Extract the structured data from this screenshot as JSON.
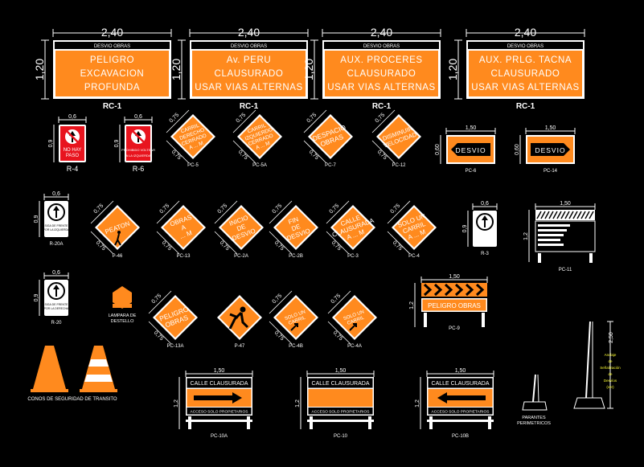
{
  "colors": {
    "orange": "#ff8a1e",
    "white": "#ffffff",
    "black": "#000000",
    "red": "#e8141e",
    "dim": "#ffff33",
    "bg": "#000000"
  },
  "top_signs": [
    {
      "header": "DESVIO OBRAS",
      "lines": [
        "PELIGRO",
        "EXCAVACION",
        "PROFUNDA"
      ],
      "code": "RC-1",
      "width_dim": "2,40",
      "height_dim": "1,20"
    },
    {
      "header": "DESVIO OBRAS",
      "lines": [
        "Av. PERU",
        "CLAUSURADO",
        "USAR VIAS ALTERNAS"
      ],
      "code": "RC-1",
      "width_dim": "2,40",
      "height_dim": "1,20"
    },
    {
      "header": "DESVIO OBRAS",
      "lines": [
        "AUX. PROCERES",
        "CLAUSURADO",
        "USAR VIAS ALTERNAS"
      ],
      "code": "RC-1",
      "width_dim": "2,40",
      "height_dim": "1,20"
    },
    {
      "header": "DESVIO OBRAS",
      "lines": [
        "AUX. PRLG. TACNA",
        "CLAUSURADO",
        "USAR VIAS ALTERNAS"
      ],
      "code": "RC-1",
      "width_dim": "2,40",
      "height_dim": "1,20"
    }
  ],
  "regulatory": [
    {
      "code": "R-4",
      "text": [
        "NO HAY",
        "PASO"
      ],
      "w": "0,6",
      "h": "0,9"
    },
    {
      "code": "R-6",
      "text": [
        "PROHIBIDO VOLTEAR",
        "A LA IZQUIERDA"
      ],
      "w": "0,6",
      "h": "0,9"
    }
  ],
  "row2_diamonds": [
    {
      "code": "PC-5",
      "lines": [
        "CARRIL",
        "DERECHO",
        "CERRADO",
        "A ... M"
      ],
      "dim": "0,75"
    },
    {
      "code": "PC-5A",
      "lines": [
        "CARRIL",
        "IZQUIERDO",
        "CERRADO",
        "A ... M"
      ],
      "dim": "0,75"
    },
    {
      "code": "PC-7",
      "lines": [
        "DESPACIO",
        "OBRAS"
      ],
      "dim": "0,75"
    },
    {
      "code": "PC-12",
      "lines": [
        "DISMINUIR",
        "VELOCIDAD"
      ],
      "dim": "0,75"
    }
  ],
  "desvio_panels": [
    {
      "code": "PC-6",
      "text": "DESVIO",
      "dir": "left",
      "w": "1,50",
      "h": "0,60"
    },
    {
      "code": "PC-14",
      "text": "DESVIO",
      "dir": "right",
      "w": "1,50",
      "h": "0,60"
    }
  ],
  "row3_diamonds": [
    {
      "code": "P-46",
      "lines": [
        "PEATON"
      ],
      "dim": "0,75"
    },
    {
      "code": "PC-13",
      "lines": [
        "OBRAS",
        "A",
        "... M"
      ],
      "dim": "0,75"
    },
    {
      "code": "PC-2A",
      "lines": [
        "INICIO",
        "DE",
        "DESVIO"
      ],
      "dim": "0,75"
    },
    {
      "code": "PC-2B",
      "lines": [
        "FIN",
        "DE",
        "DESVIO"
      ],
      "dim": "0,75"
    },
    {
      "code": "PC-3",
      "lines": [
        "CALLE",
        "CLAUSURADA",
        "A ... M"
      ],
      "dim": "0,75"
    },
    {
      "code": "PC-4",
      "lines": [
        "SOLO UN",
        "CARRIL",
        "A ... M"
      ],
      "dim": "0,75"
    }
  ],
  "row4_diamonds": [
    {
      "code": "PC-13A",
      "lines": [
        "PELIGRO",
        "OBRAS"
      ],
      "dim": "0,75"
    },
    {
      "code": "P-47",
      "lines": [],
      "dim": ""
    },
    {
      "code": "PC-4B",
      "lines": [
        "SOLO UN",
        "CARRIL"
      ],
      "dim": "0,75"
    },
    {
      "code": "PC-4A",
      "lines": [
        "SOLO UN",
        "CARRIL"
      ],
      "dim": "0,75"
    }
  ],
  "small_white": [
    {
      "code": "R-20A",
      "text": [
        "SIGA DE FRENTE",
        "POR LA IZQUIERDA"
      ],
      "w": "0,6",
      "h": "0,9"
    },
    {
      "code": "R-20",
      "text": [
        "SIGA DE FRENTE",
        "POR LA DERECHA"
      ],
      "w": "0,6",
      "h": "0,9"
    },
    {
      "code": "R-3",
      "text": [],
      "w": "0,6",
      "h": "0,9"
    }
  ],
  "pc11": {
    "code": "PC-11",
    "w": "1,50",
    "h": "1,2"
  },
  "pc9": {
    "code": "PC-9",
    "text": "PELIGRO OBRAS",
    "w": "1,50",
    "h": "1,2"
  },
  "lampara": {
    "label": [
      "LAMPARA DE",
      "DESTELLO"
    ]
  },
  "conos": {
    "label": "CONOS DE SEGURIDAD DE TRANSITO"
  },
  "barriers": [
    {
      "code": "PC-10A",
      "header": "CALLE CLAUSURADA",
      "footer": "ACCESO SOLO PROPIETARIOS",
      "arrow": "right",
      "w": "1,50",
      "h": "1,2"
    },
    {
      "code": "PC-10",
      "header": "CALLE CLAUSURADA",
      "footer": "ACCESO SOLO PROPIETARIOS",
      "arrow": "none",
      "w": "1,50",
      "h": "1,2"
    },
    {
      "code": "PC-10B",
      "header": "CALLE CLAUSURADA",
      "footer": "ACCESO SOLO PROPIETARIOS",
      "arrow": "left",
      "w": "1,50",
      "h": "1,2"
    }
  ],
  "parantes": {
    "label": [
      "PARANTES",
      "PERIMETRICOS"
    ]
  },
  "post": {
    "dim": "2,50",
    "notes": [
      "Anclaje",
      "de",
      "Señalización",
      "de",
      "Desvíos",
      "(ver)"
    ]
  }
}
